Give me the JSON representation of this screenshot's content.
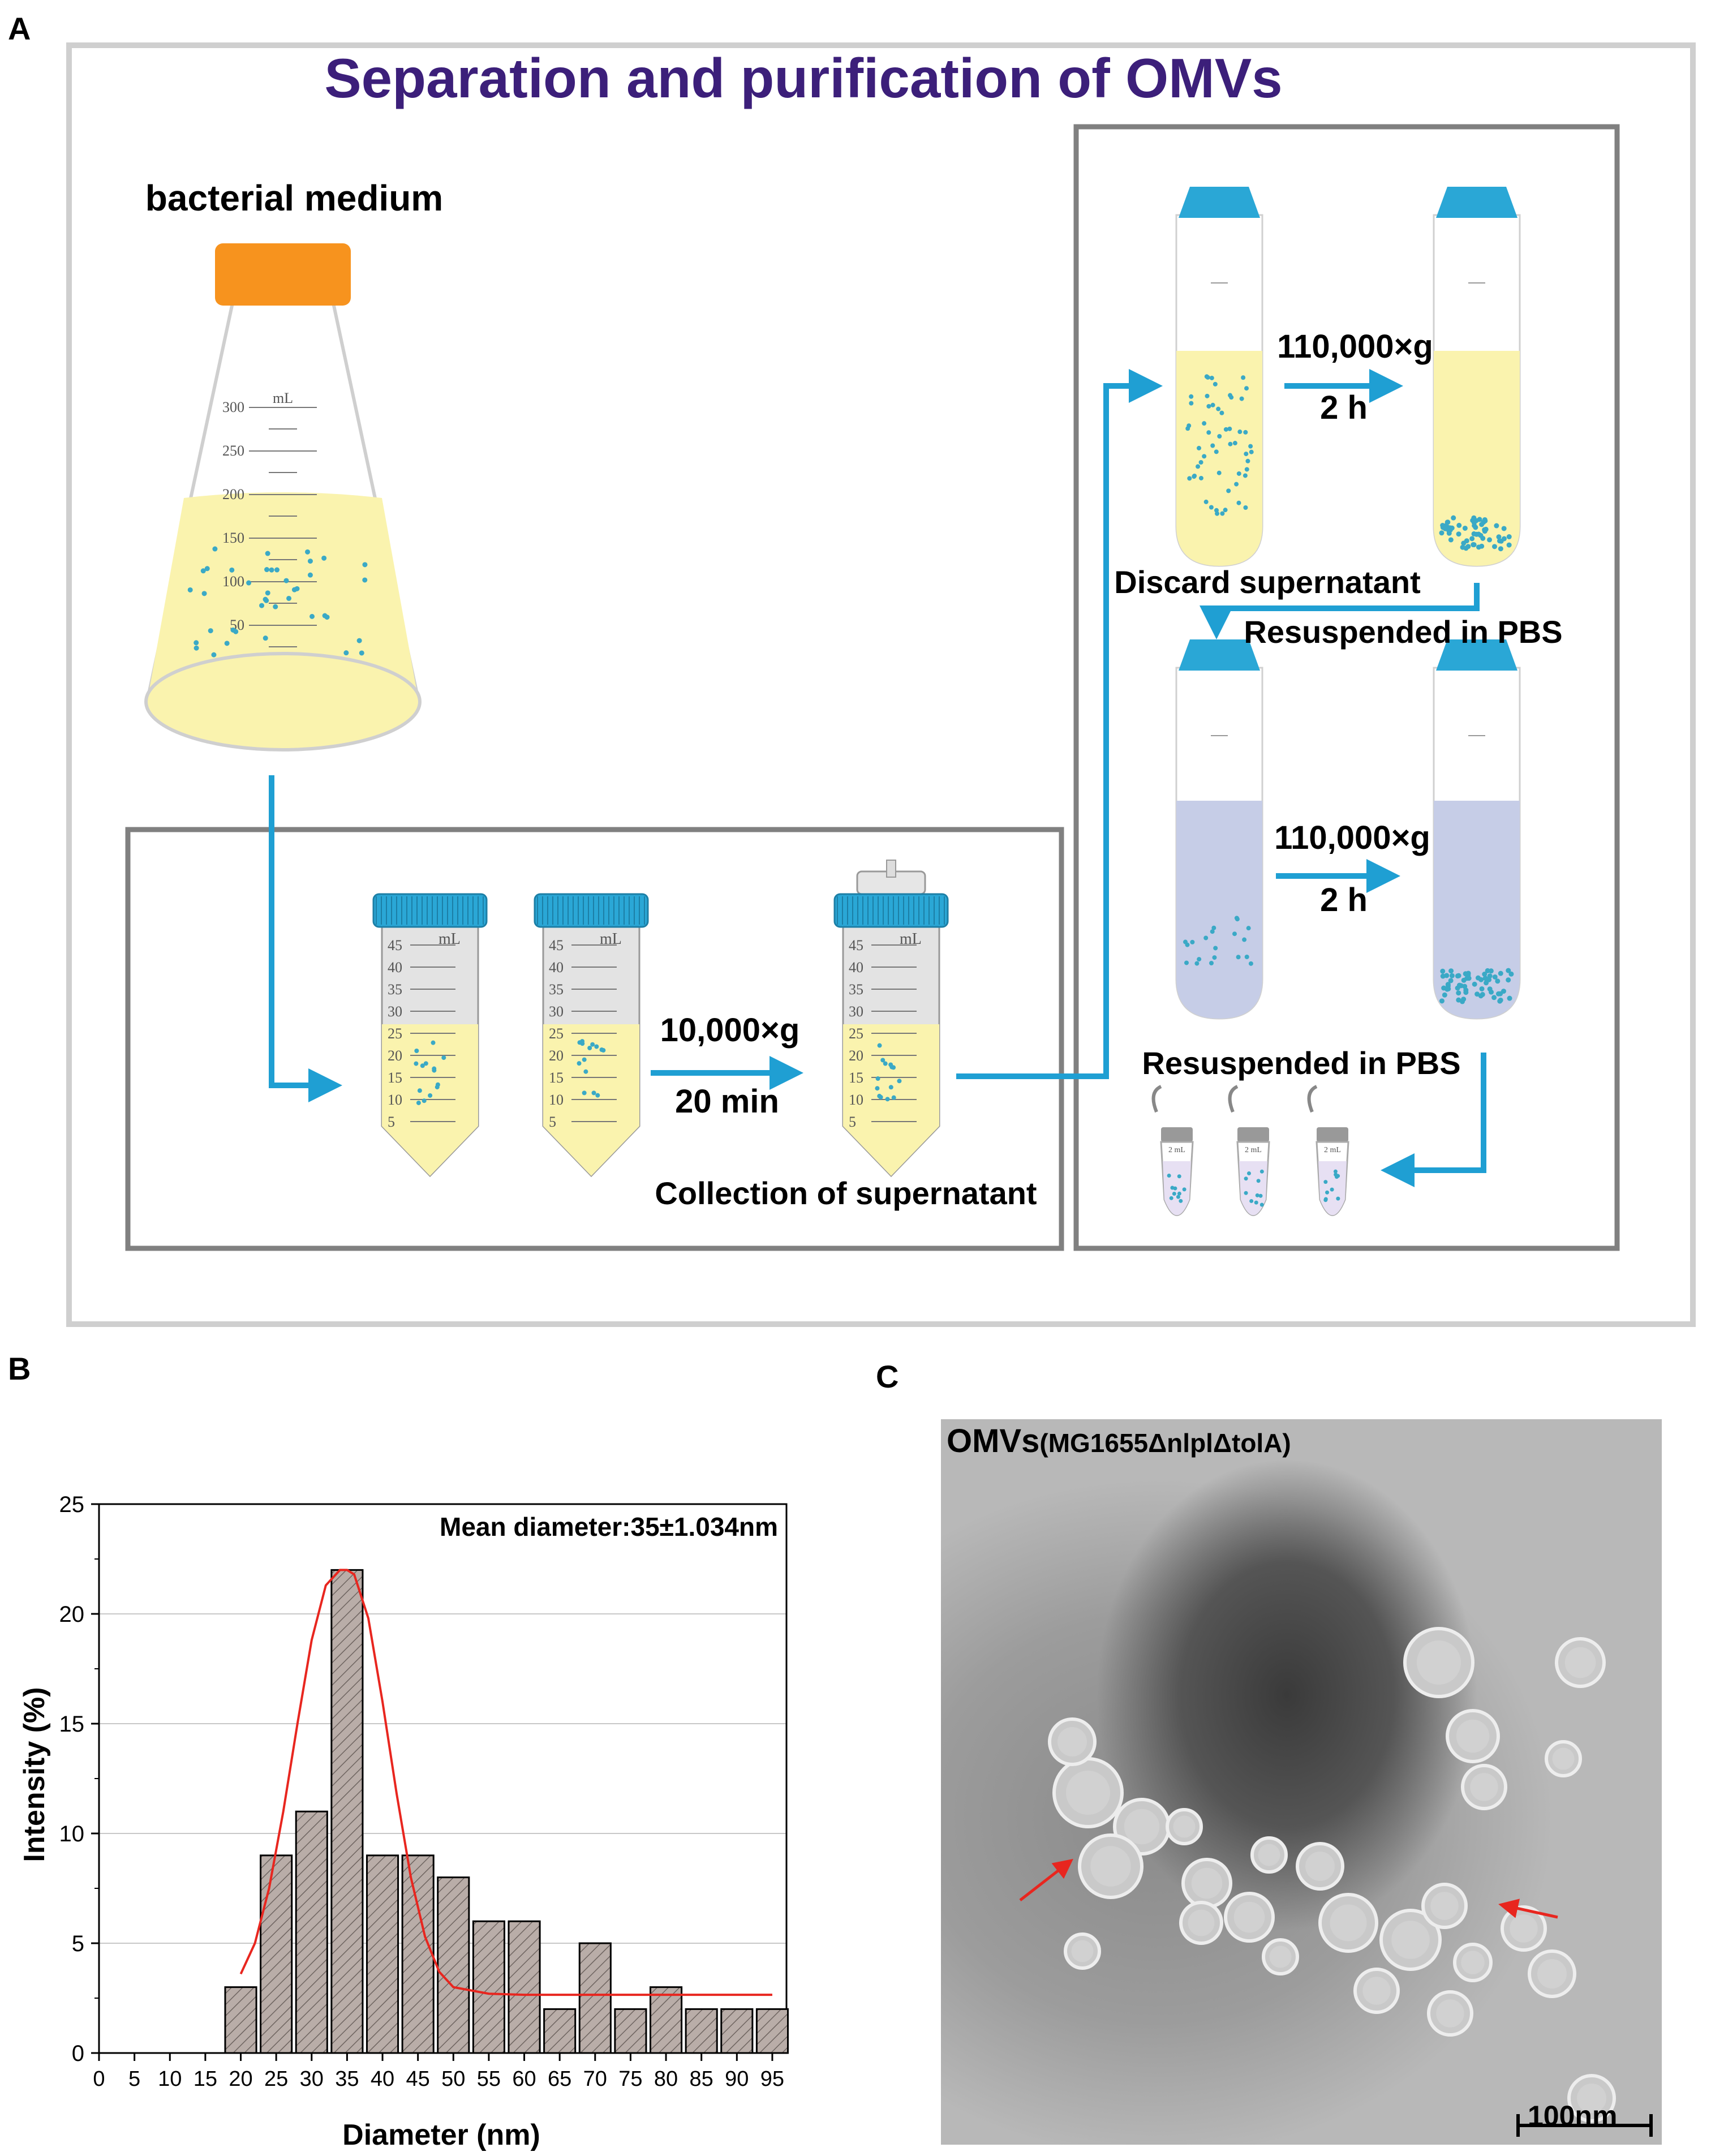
{
  "panels": {
    "a": "A",
    "b": "B",
    "c": "C"
  },
  "panel_a": {
    "title": "Separation and purification of OMVs",
    "flask_label": "bacterial medium",
    "flask_unit": "mL",
    "flask_ticks": [
      "300",
      "250",
      "200",
      "150",
      "100",
      "50"
    ],
    "tube_unit": "mL",
    "tube_ticks": [
      "45",
      "40",
      "35",
      "30",
      "25",
      "20",
      "15",
      "10",
      "5"
    ],
    "step1_speed": "10,000×g",
    "step1_time": "20 min",
    "step1_note": "Collection of supernatant",
    "step2_speed": "110,000×g",
    "step2_time": "2 h",
    "discard": "Discard supernatant",
    "resuspend1": "Resuspended in PBS",
    "step3_speed": "110,000×g",
    "step3_time": "2 h",
    "resuspend2": "Resuspended in PBS",
    "small_tube_unit": "mL",
    "colors": {
      "medium": "#faf3ae",
      "pbs": "#c6cde7",
      "cap_blue": "#2aa7d6",
      "arrow": "#1f9fd3",
      "cap_orange": "#f7931e",
      "title": "#3c1f7a",
      "frame": "#7a7a7a"
    }
  },
  "panel_b": {
    "chart_data": {
      "type": "bar",
      "annotation": "Mean diameter:35±1.034nm",
      "xlabel": "Diameter (nm)",
      "ylabel": "Intensity (%)",
      "x_ticks": [
        0,
        5,
        10,
        15,
        20,
        25,
        30,
        35,
        40,
        45,
        50,
        55,
        60,
        65,
        70,
        75,
        80,
        85,
        90,
        95
      ],
      "y_ticks": [
        0,
        5,
        10,
        15,
        20,
        25
      ],
      "xlim": [
        0,
        97
      ],
      "ylim": [
        0,
        25
      ],
      "grid": true,
      "bars": {
        "x": [
          20,
          25,
          30,
          35,
          40,
          45,
          50,
          55,
          60,
          65,
          70,
          75,
          80,
          85,
          90,
          95
        ],
        "values": [
          3,
          9,
          11,
          22,
          9,
          9,
          8,
          6,
          6,
          2,
          5,
          2,
          3,
          2,
          2,
          2
        ]
      },
      "fit": {
        "x": [
          20,
          22,
          24,
          26,
          28,
          30,
          32,
          34,
          35,
          36,
          38,
          40,
          42,
          44,
          46,
          48,
          50,
          55,
          60,
          70,
          80,
          95
        ],
        "y": [
          3.6,
          5.0,
          7.5,
          11.0,
          15.0,
          18.8,
          21.3,
          22.0,
          22.0,
          21.8,
          19.8,
          16.0,
          11.8,
          8.0,
          5.3,
          3.7,
          3.0,
          2.7,
          2.65,
          2.65,
          2.65,
          2.65
        ]
      },
      "colors": {
        "bar": "#b9ada8",
        "fit": "#e8261f"
      }
    }
  },
  "panel_c": {
    "title_main": "OMVs",
    "title_sub": "(MG1655ΔnlplΔtolA)",
    "scale_bar": "100nm",
    "arrow_color": "#e8261f"
  }
}
